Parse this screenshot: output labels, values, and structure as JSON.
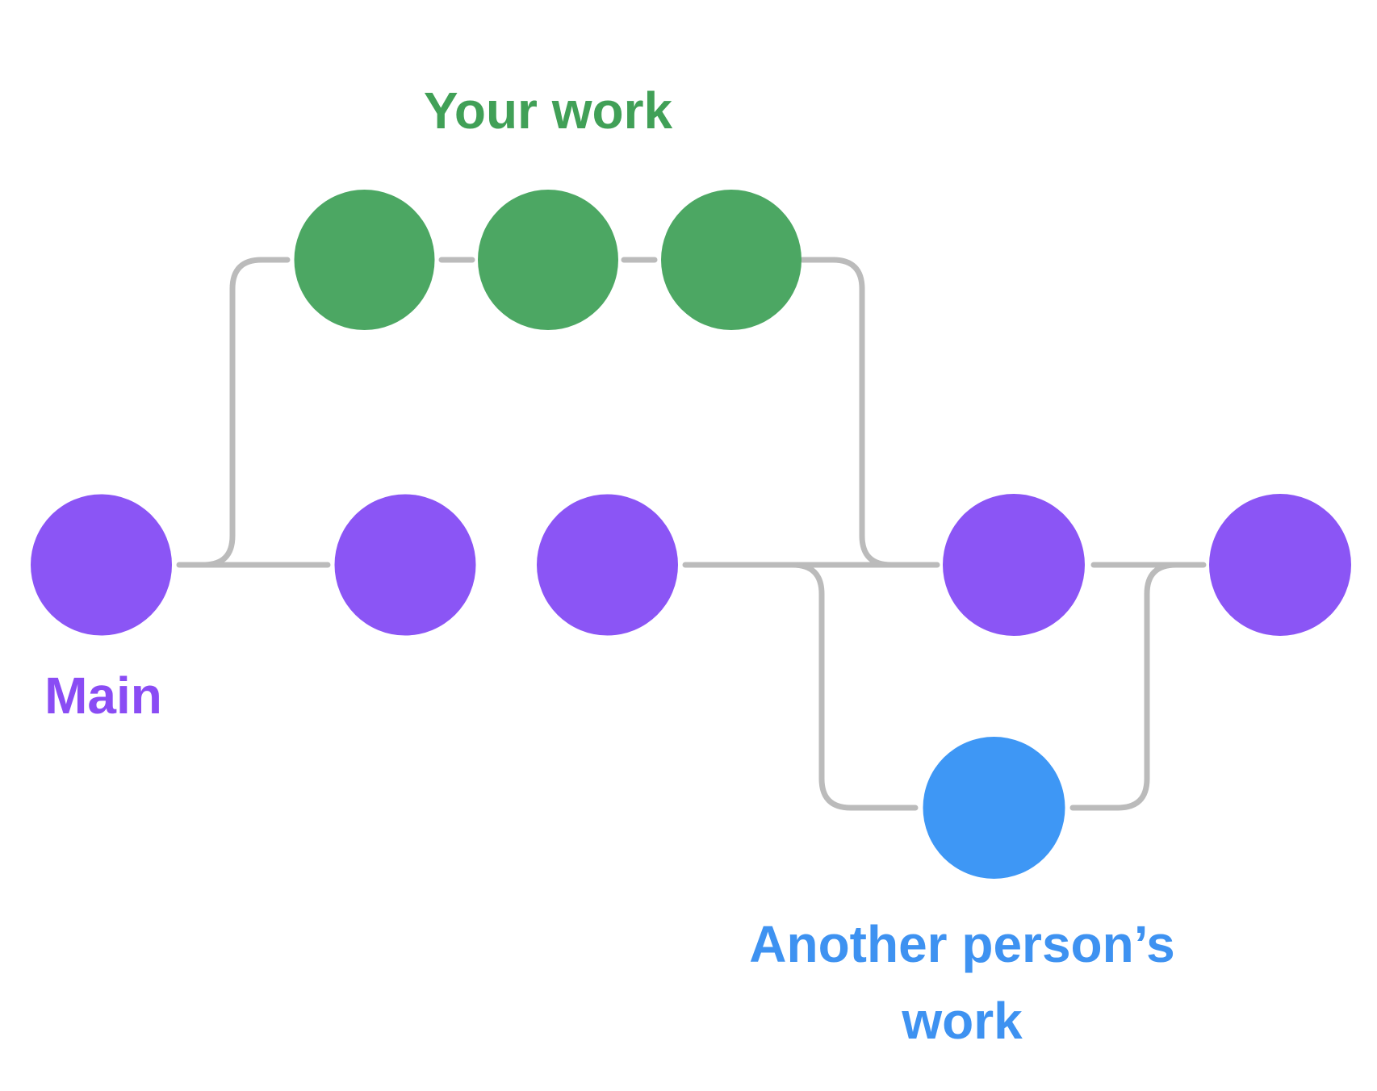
{
  "diagram": {
    "title": "Git branching diagram",
    "background_color": "#ffffff",
    "connector_color": "#bbbbbb",
    "connector_width": 7,
    "branches": [
      {
        "id": "main",
        "label": "Main",
        "circle_color": "#8b55f5",
        "label_color": "#8a4cf4",
        "commit_count": 5
      },
      {
        "id": "your-work",
        "label": "Your work",
        "circle_color": "#4ca763",
        "label_color": "#41a057",
        "commit_count": 3
      },
      {
        "id": "another-person",
        "label": "Another person’s work",
        "label_lines": [
          "Another person’s",
          "work"
        ],
        "circle_color": "#3e97f5",
        "label_color": "#3e92f1",
        "commit_count": 1
      }
    ]
  }
}
